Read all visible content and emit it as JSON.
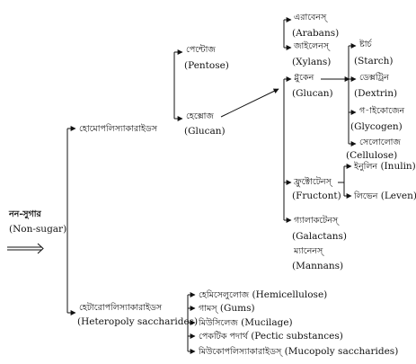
{
  "root": {
    "bn": "নন-সুগার",
    "en": "(Non-sugar)"
  },
  "homo": {
    "bn": "হোমোপলিস্যাকারাইডস"
  },
  "hetero": {
    "bn": "হেটারোপলিস্যাকারাইডস",
    "en": "(Heteropoly saccharides)"
  },
  "pentose": {
    "bn": "পেন্টোজ",
    "en": "(Pentose)"
  },
  "hexose": {
    "bn": "হেক্সোজ",
    "en": "(Glucan)"
  },
  "arabans": {
    "bn": "এরাবেনস্",
    "en": "(Arabans)"
  },
  "xylans": {
    "bn": "জাইলেনস্",
    "en": "(Xylans)"
  },
  "glucan": {
    "bn": "গ্লুকেন",
    "en": "(Glucan)"
  },
  "starch": {
    "bn": "ষ্টার্চ",
    "en": "(Starch)"
  },
  "dextrin": {
    "bn": "ডেক্সট্রিন",
    "en": "(Dextrin)"
  },
  "glycogen": {
    "bn": "গ-াইকোজেন",
    "en": "(Glycogen)"
  },
  "cellulose": {
    "bn": "সেলোলোজ",
    "en": "(Cellulose)"
  },
  "fructans": {
    "bn": "ফ্রুক্টোটেনস্",
    "en": "(Fructont)"
  },
  "inulin": {
    "bn": "ইনুলিন",
    "en": "(Inulin)"
  },
  "leven": {
    "bn": "লিভেন",
    "en": "(Leven)"
  },
  "galactans": {
    "bn": "গ্যালাকটেনস্",
    "en": "(Galactans)"
  },
  "mannans": {
    "bn": "ম্যানেনস্",
    "en": "(Mannans)"
  },
  "hemicellulose": {
    "bn": "হেমিসেলুলোজ",
    "en": "(Hemicellulose)"
  },
  "gums": {
    "bn": "গামস্",
    "en": "(Gums)"
  },
  "mucilage": {
    "bn": "মিউসিলেজ",
    "en": "(Mucilage)"
  },
  "pectic": {
    "bn": "পেকটিক পদার্থ",
    "en": "(Pectic substances)"
  },
  "mucopoly": {
    "bn": "মিউকোপলিস্যাকারাইডস্",
    "en": "(Mucopoly saccharides)"
  }
}
